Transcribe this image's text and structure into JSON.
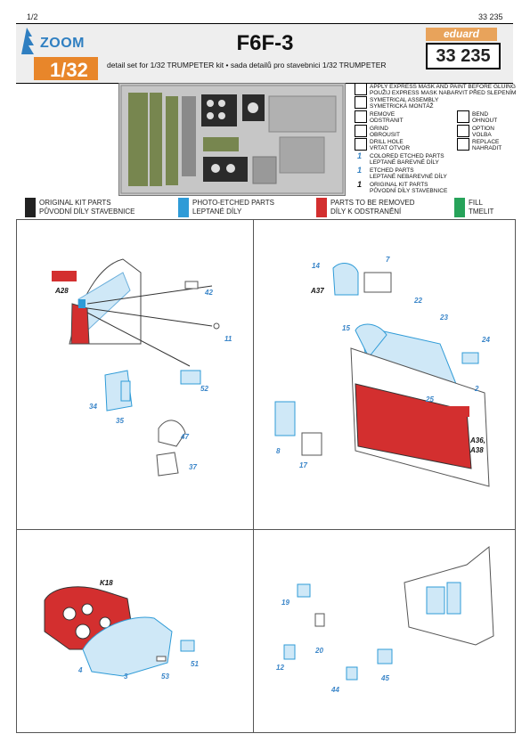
{
  "header": {
    "page": "1/2",
    "code_top": "33 235",
    "logo_word": "ZOOM",
    "scale": "1/32",
    "title": "F6F-3",
    "subtitle": "detail set for 1/32 TRUMPETER kit • sada detailů pro stavebnici 1/32 TRUMPETER",
    "brand": "eduard",
    "code": "33 235"
  },
  "legend": {
    "mask": "APPLY EXPRESS MASK AND PAINT BEFORE GLUING\nPOUŽIJ EXPRESS MASK NABARVIT PŘED SLEPENÍM",
    "sym": "SYMETRICAL ASSEMBLY\nSYMETRICKÁ MONTÁŽ",
    "remove": "REMOVE\nODSTRANIT",
    "bend": "BEND\nOHNOUT",
    "grind": "GRIND\nOBROUSIT",
    "option": "OPTION\nVOLBA",
    "drill": "DRILL HOLE\nVRTAT OTVOR",
    "replace": "REPLACE\nNAHRADIT",
    "colored": "COLORED ETCHED PARTS\nLEPTANÉ BAREVNÉ DÍLY",
    "etched": "ETCHED PARTS\nLEPTANÉ NEBAREVNÉ DÍLY",
    "original": "ORIGINAL KIT PARTS\nPŮVODNÍ DÍLY STAVEBNICE"
  },
  "bars": {
    "kit": "ORIGINAL KIT PARTS\nPŮVODNÍ DÍLY STAVEBNICE",
    "pe": "PHOTO-ETCHED PARTS\nLEPTANÉ DÍLY",
    "remove": "PARTS TO BE REMOVED\nDÍLY K ODSTRANĚNÍ",
    "fill": "FILL\nTMELIT"
  },
  "colors": {
    "kit": "#222222",
    "pe": "#2f9bd7",
    "remove": "#d32f2f",
    "fill": "#27a35a"
  },
  "p1": {
    "a28": "A28",
    "n42": "42",
    "n11": "11",
    "n52": "52",
    "n34": "34",
    "n35": "35",
    "n47": "47",
    "n37": "37"
  },
  "p2": {
    "n14": "14",
    "n7": "7",
    "a37": "A37",
    "n22": "22",
    "n15": "15",
    "n23": "23",
    "n24": "24",
    "n2": "2",
    "n25": "25",
    "n8": "8",
    "n17": "17",
    "a36": "A36,",
    "a38": "A38"
  },
  "p3": {
    "k18": "K18",
    "n4": "4",
    "n3": "3",
    "n53": "53",
    "n51": "51"
  },
  "p4": {
    "n19": "19",
    "n20": "20",
    "n12": "12",
    "n44": "44",
    "n45": "45"
  }
}
